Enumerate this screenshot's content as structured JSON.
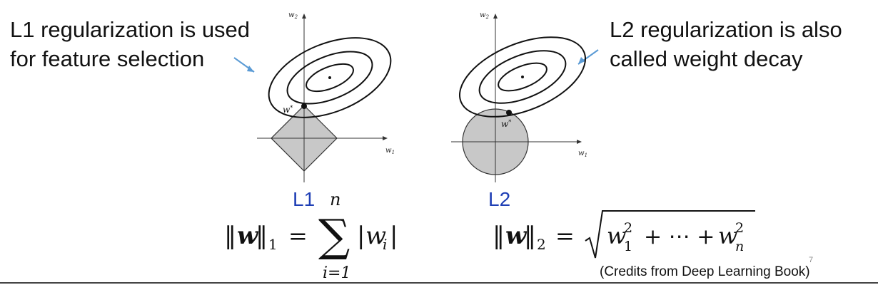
{
  "captions": {
    "l1": [
      "L1 regularization is used",
      "for feature selection"
    ],
    "l2": [
      "L2 regularization is also",
      "called weight decay"
    ]
  },
  "diagrams": {
    "l1": {
      "label": "L1",
      "w1": "w",
      "w1_sub": "1",
      "w2": "w",
      "w2_sub": "2",
      "wstar": "w*",
      "constraint": "diamond"
    },
    "l2": {
      "label": "L2",
      "w1": "w",
      "w1_sub": "1",
      "w2": "w",
      "w2_sub": "2",
      "wstar": "w*",
      "constraint": "circle"
    }
  },
  "formulas": {
    "l1": {
      "lhs_norm": "w",
      "lhs_sub": "1",
      "eq": "=",
      "sum_upper": "n",
      "sum_lower": "i=1",
      "term": "w",
      "term_sub": "i"
    },
    "l2": {
      "lhs_norm": "w",
      "lhs_sub": "2",
      "eq": "=",
      "t1": "w",
      "t1_sup": "2",
      "t1_sub": "1",
      "plus": "+ ⋯ +",
      "tn": "w",
      "tn_sup": "2",
      "tn_sub": "n"
    }
  },
  "credits": "(Credits from Deep Learning Book)",
  "page_number": "7",
  "colors": {
    "arrow": "#5b9bd5",
    "label": "#1f3fb5",
    "region": "#c8c8c8"
  }
}
